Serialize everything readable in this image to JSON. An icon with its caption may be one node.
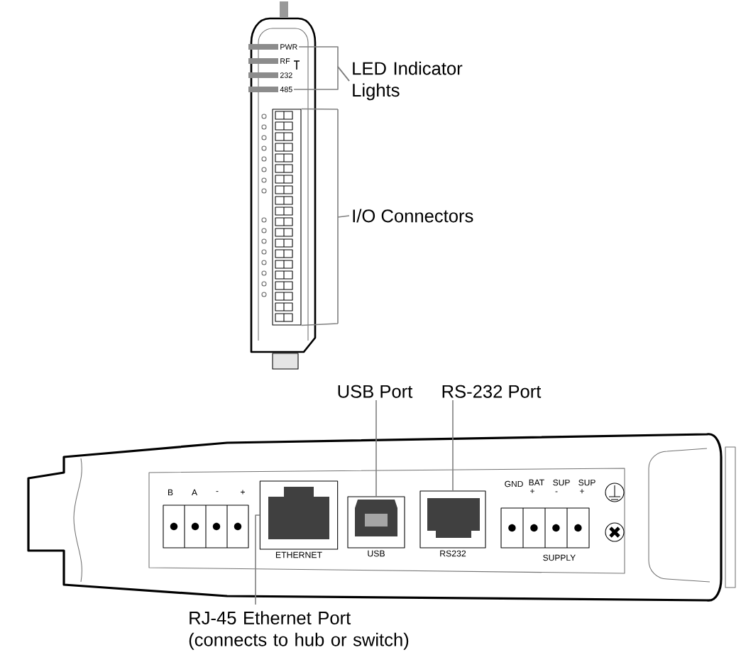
{
  "diagram": {
    "nodes": [
      {
        "text": [
          "LED Indicator Lights"
        ]
      },
      {
        "text": [],
        "shape": "bar",
        "beside": [
          "PWR"
        ]
      },
      {
        "text": [],
        "shape": "bar",
        "beside": [
          "RF"
        ]
      },
      {
        "text": [],
        "shape": "bar",
        "beside": [
          "232"
        ]
      },
      {
        "text": [],
        "shape": "bar",
        "beside": [
          "485"
        ]
      },
      {
        "text": [
          "I/O Connectors"
        ]
      },
      {
        "text": [],
        "shape": "box"
      },
      {
        "text": [
          "USB Port"
        ]
      },
      {
        "text": [
          "USB"
        ]
      },
      {
        "text": [
          "RS-232 Port"
        ]
      },
      {
        "text": [
          "RS232"
        ]
      },
      {
        "text": [
          "RJ-45 Ethernet Port (connects to hub or switch)"
        ]
      },
      {
        "text": [
          "ETHERNET"
        ]
      }
    ],
    "edges": [
      {
        "from": 0,
        "to": 1,
        "arrow": "none"
      },
      {
        "from": 0,
        "to": 4,
        "arrow": "none"
      },
      {
        "from": 5,
        "to": 6,
        "arrow": "none"
      },
      {
        "from": 7,
        "to": 8,
        "arrow": "none"
      },
      {
        "from": 9,
        "to": 10,
        "arrow": "none"
      },
      {
        "from": 11,
        "to": 12,
        "arrow": "none"
      }
    ],
    "labels": [
      "B",
      "A",
      "-",
      "+",
      "GND",
      "BAT +",
      "SUP -",
      "SUP +",
      "SUPPLY"
    ]
  }
}
